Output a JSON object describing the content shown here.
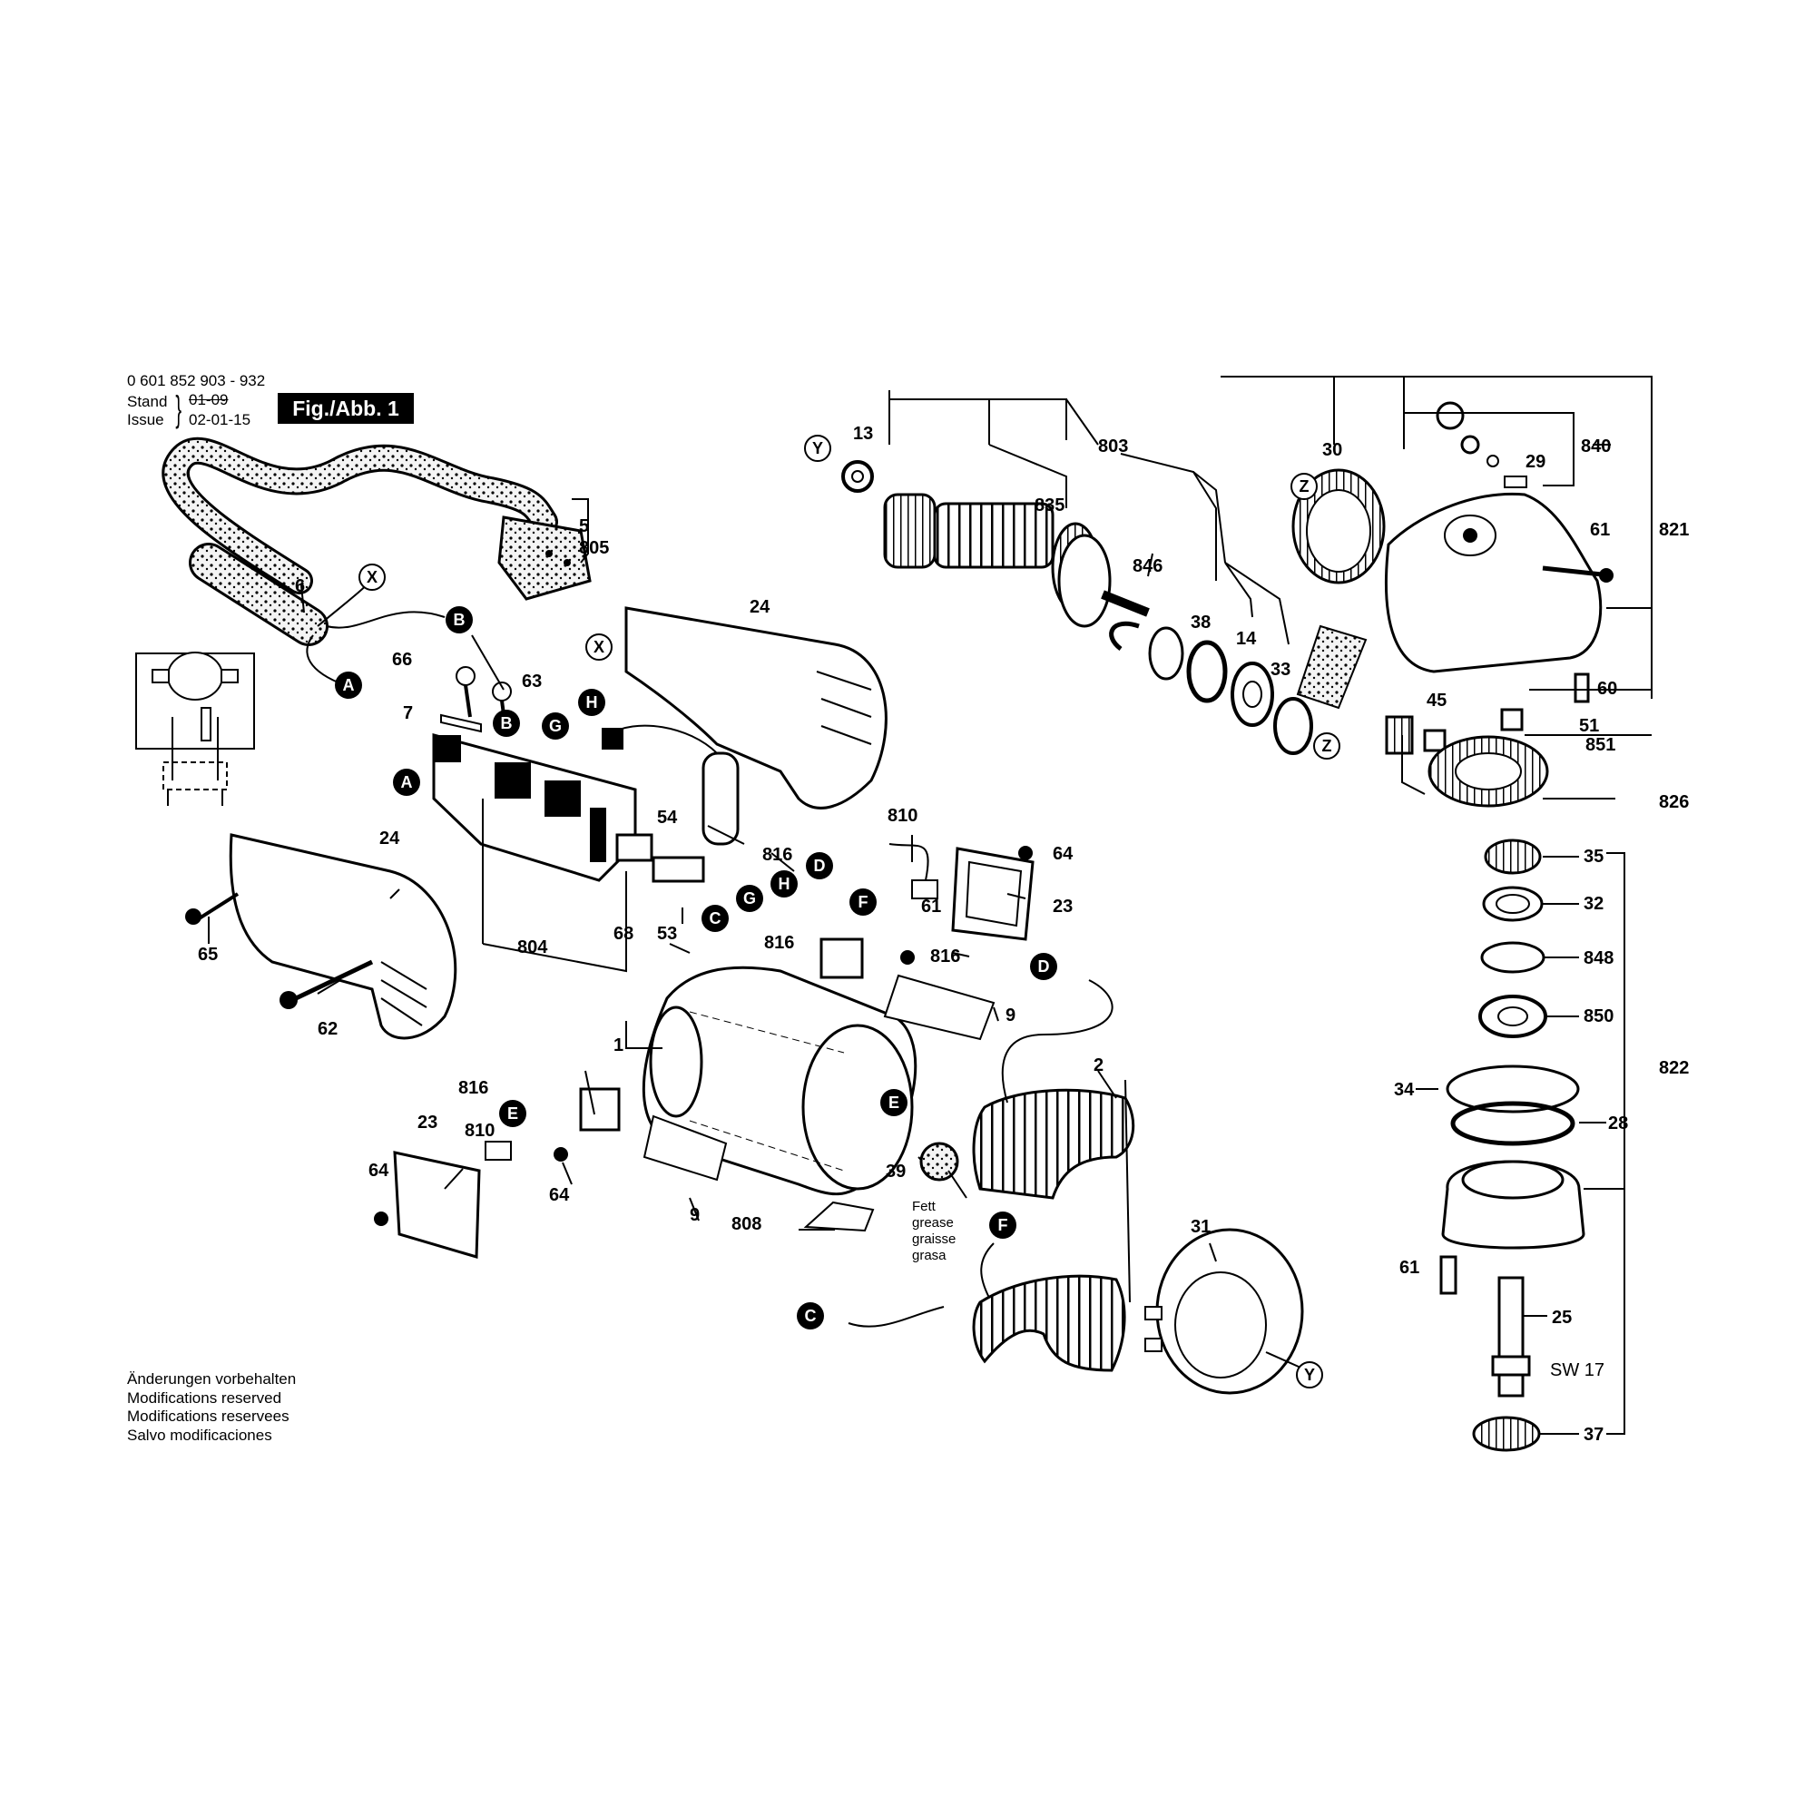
{
  "header": {
    "part_numbers": "0 601 852 903 - 932",
    "stand_label": "Stand",
    "stand_value": "01-09",
    "issue_label": "Issue",
    "issue_value": "02-01-15",
    "figure": "Fig./Abb. 1"
  },
  "disclaimer": [
    "Änderungen vorbehalten",
    "Modifications reserved",
    "Modifications reservees",
    "Salvo modificaciones"
  ],
  "grease_note": [
    "Fett",
    "grease",
    "graisse",
    "grasa"
  ],
  "thread_note": "SW 17",
  "part_labels": [
    "5",
    "805",
    "6",
    "66",
    "63",
    "7",
    "24",
    "54",
    "810",
    "64",
    "23",
    "65",
    "62",
    "804",
    "68",
    "53",
    "816",
    "9",
    "1",
    "2",
    "808",
    "39",
    "31",
    "803",
    "835",
    "13",
    "846",
    "38",
    "14",
    "33",
    "30",
    "840",
    "29",
    "821",
    "61",
    "60",
    "45",
    "51",
    "851",
    "826",
    "35",
    "32",
    "848",
    "850",
    "34",
    "28",
    "822",
    "25",
    "37"
  ],
  "connector_letters": [
    "A",
    "B",
    "C",
    "D",
    "E",
    "F",
    "G",
    "H",
    "X",
    "Y",
    "Z"
  ]
}
